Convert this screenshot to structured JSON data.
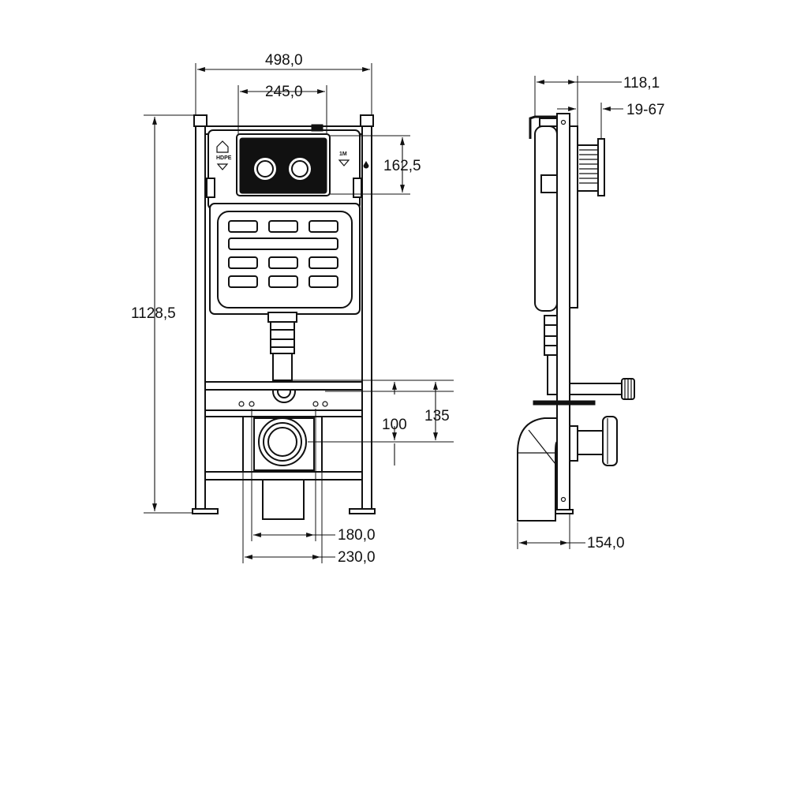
{
  "dimensions": {
    "overall_width": "498,0",
    "button_width": "245,0",
    "overall_height": "1128,5",
    "panel_height": "162,5",
    "depth_top": "118,1",
    "wall_range": "19-67",
    "drain_height_a": "100",
    "drain_height_b": "135",
    "bolt_spacing_inner": "180,0",
    "bolt_spacing_outer": "230,0",
    "depth_bottom": "154,0"
  },
  "labels": {
    "left_pipe_label": "HDPE",
    "right_pipe_label": "1M"
  },
  "icons": {
    "left_symbol": "house-icon",
    "right_symbol": "water-icon"
  }
}
